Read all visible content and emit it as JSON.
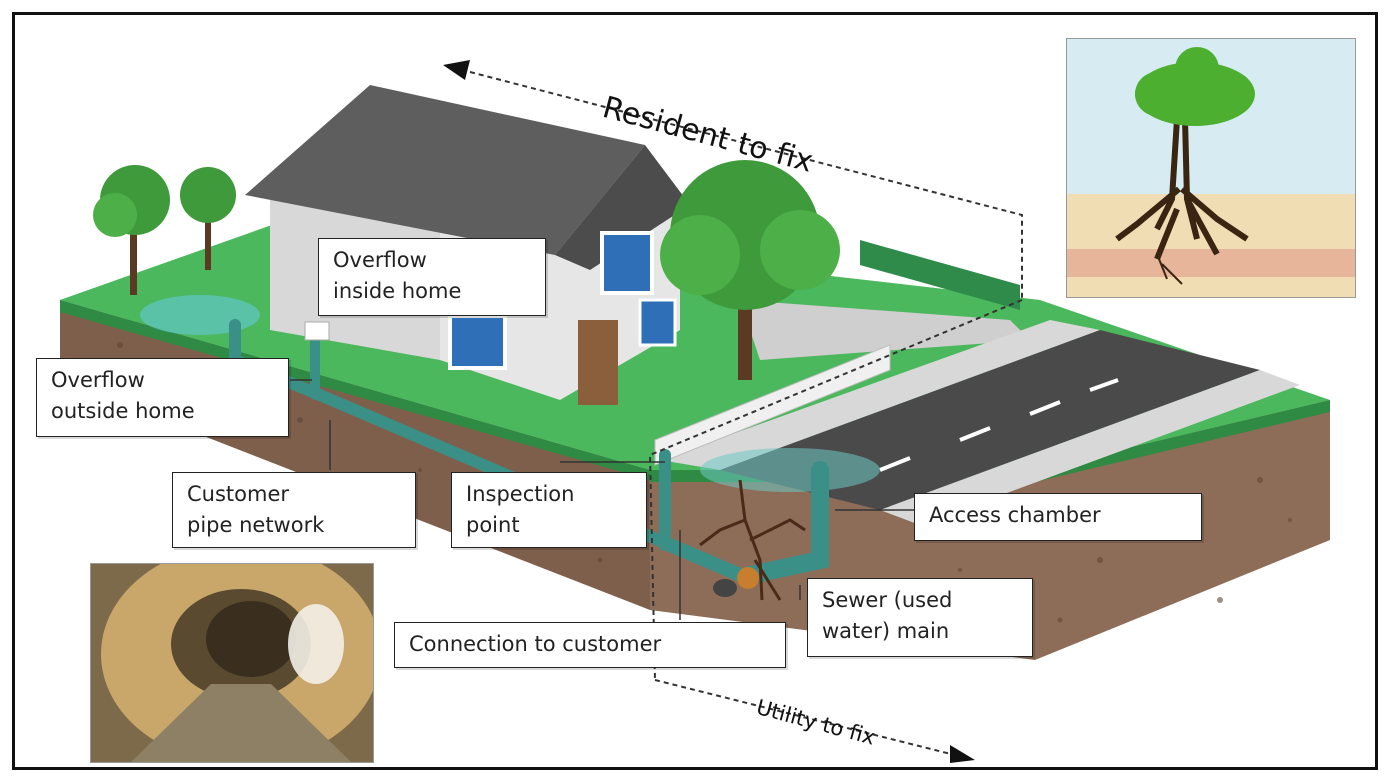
{
  "labels": {
    "overflow_inside": "Overflow\ninside home",
    "overflow_outside": "Overflow\noutside home",
    "customer_pipe": "Customer\npipe network",
    "inspection": "Inspection\npoint",
    "access_chamber": "Access chamber",
    "connection": "Connection to customer",
    "sewer_main": "Sewer (used\nwater) main"
  },
  "responsibility": {
    "resident": "Resident to fix",
    "utility": "Utility to fix"
  },
  "insets": {
    "tree_roots_diagram": "tree-roots-in-pipe-illustration",
    "pipe_photo": "roots-inside-sewer-pipe-photo"
  },
  "colors": {
    "grass": "#4cb85e",
    "soil": "#8a6a55",
    "soil_dark": "#6e5242",
    "road": "#4a4a4a",
    "pipe": "#3a8f87",
    "roof": "#5e5e5e",
    "wall": "#e2e2e2",
    "tree_green": "#3f9a3c",
    "trunk": "#5a3a22"
  }
}
